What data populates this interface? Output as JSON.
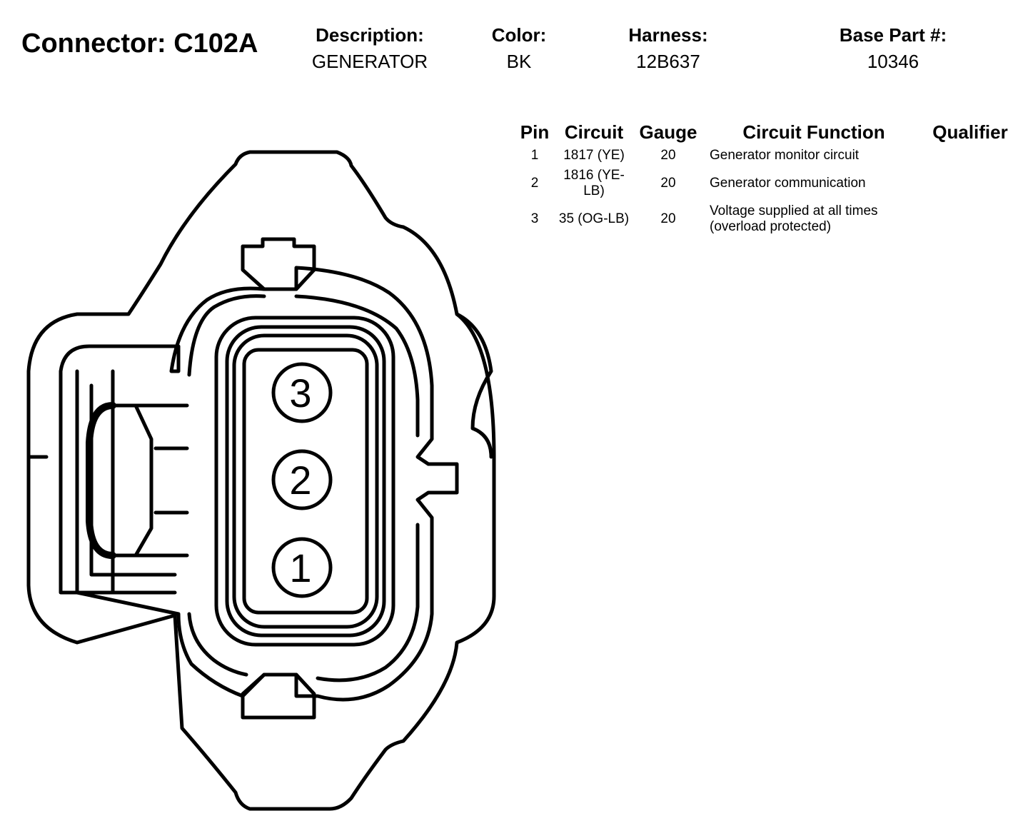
{
  "connector": {
    "title": "Connector: C102A"
  },
  "fields": {
    "description": {
      "label": "Description:",
      "value": "GENERATOR"
    },
    "color": {
      "label": "Color:",
      "value": "BK"
    },
    "harness": {
      "label": "Harness:",
      "value": "12B637"
    },
    "base_part": {
      "label": "Base Part #:",
      "value": "10346"
    }
  },
  "pin_table": {
    "headers": {
      "pin": "Pin",
      "circuit": "Circuit",
      "gauge": "Gauge",
      "function": "Circuit Function",
      "qualifier": "Qualifier"
    },
    "rows": [
      {
        "pin": "1",
        "circuit": "1817 (YE)",
        "gauge": "20",
        "function": "Generator monitor circuit",
        "qualifier": ""
      },
      {
        "pin": "2",
        "circuit": "1816 (YE-LB)",
        "gauge": "20",
        "function": "Generator communication",
        "qualifier": ""
      },
      {
        "pin": "3",
        "circuit": "35 (OG-LB)",
        "gauge": "20",
        "function": "Voltage supplied at all times (overload protected)",
        "qualifier": ""
      }
    ]
  },
  "diagram": {
    "cavity_labels": [
      "3",
      "2",
      "1"
    ]
  }
}
